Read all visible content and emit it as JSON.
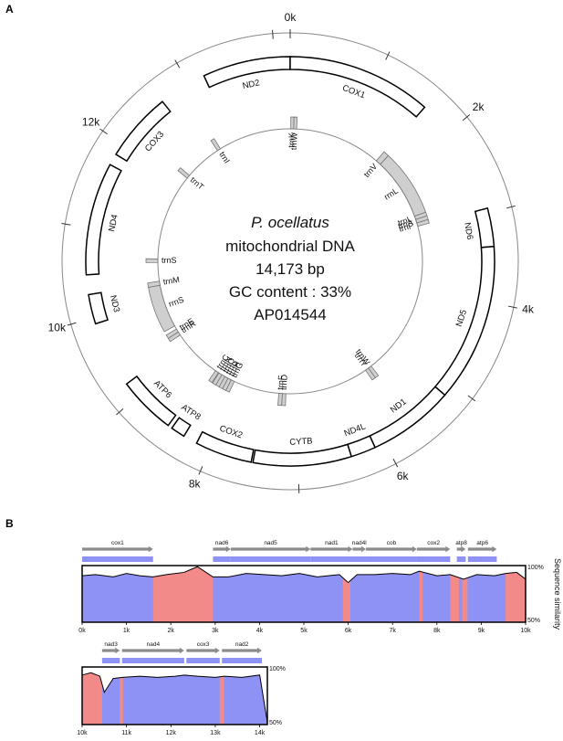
{
  "panels": {
    "a": "A",
    "b": "B"
  },
  "circle": {
    "center_lines": [
      "P. ocellatus",
      "mitochondrial DNA",
      "14,173 bp",
      "GC content : 33%",
      "AP014544"
    ],
    "total_bp": 14173,
    "position_labels": [
      {
        "text": "0k",
        "bp": 0
      },
      {
        "text": "2k",
        "bp": 2000
      },
      {
        "text": "4k",
        "bp": 4000
      },
      {
        "text": "6k",
        "bp": 6000
      },
      {
        "text": "8k",
        "bp": 8000
      },
      {
        "text": "10k",
        "bp": 10000
      },
      {
        "text": "12k",
        "bp": 12000
      }
    ],
    "outer_genes": [
      {
        "name": "ND2",
        "start": 13190,
        "end": 14173
      },
      {
        "name": "COX1",
        "start": 0,
        "end": 1620
      },
      {
        "name": "ND6",
        "start": 2950,
        "end": 3380
      },
      {
        "name": "ND5",
        "start": 3380,
        "end": 5150
      },
      {
        "name": "ND1",
        "start": 5150,
        "end": 6120
      },
      {
        "name": "ND4L",
        "start": 6120,
        "end": 6400
      },
      {
        "name": "CYTB",
        "start": 6400,
        "end": 7500
      },
      {
        "name": "COX2",
        "start": 7520,
        "end": 8160
      },
      {
        "name": "ATP8",
        "start": 8320,
        "end": 8480
      },
      {
        "name": "ATP6",
        "start": 8530,
        "end": 9180
      },
      {
        "name": "ND3",
        "start": 9930,
        "end": 10260
      },
      {
        "name": "ND4",
        "start": 10480,
        "end": 11740
      },
      {
        "name": "COX3",
        "start": 11870,
        "end": 12650
      }
    ],
    "inner_features": [
      {
        "name": "trnK",
        "start": 10,
        "end": 60
      },
      {
        "name": "trnW",
        "start": 60,
        "end": 110
      },
      {
        "name": "trnV",
        "start": 1600,
        "end": 1690
      },
      {
        "name": "rrnL",
        "start": 1690,
        "end": 2760
      },
      {
        "name": "trnL",
        "start": 2760,
        "end": 2820
      },
      {
        "name": "trnA",
        "start": 2820,
        "end": 2880
      },
      {
        "name": "trnP",
        "start": 2880,
        "end": 2940
      },
      {
        "name": "trnW",
        "start": 5600,
        "end": 5660
      },
      {
        "name": "trnY",
        "start": 5660,
        "end": 5720
      },
      {
        "name": "trnD",
        "start": 7160,
        "end": 7220
      },
      {
        "name": "trnF",
        "start": 7220,
        "end": 7280
      },
      {
        "name": "trnG",
        "start": 8070,
        "end": 8130
      },
      {
        "name": "trnH",
        "start": 8130,
        "end": 8190
      },
      {
        "name": "trnL",
        "start": 8190,
        "end": 8250
      },
      {
        "name": "trnQ",
        "start": 8250,
        "end": 8310
      },
      {
        "name": "trnN",
        "start": 8310,
        "end": 8370
      },
      {
        "name": "trnC",
        "start": 8380,
        "end": 8440
      },
      {
        "name": "trnR",
        "start": 9300,
        "end": 9360
      },
      {
        "name": "trnE",
        "start": 9360,
        "end": 9420
      },
      {
        "name": "rrnS",
        "start": 9480,
        "end": 10220
      },
      {
        "name": "trnM",
        "start": 10220,
        "end": 10290
      },
      {
        "name": "trnS",
        "start": 10610,
        "end": 10670
      },
      {
        "name": "trnT",
        "start": 12160,
        "end": 12220
      },
      {
        "name": "trnI",
        "start": 12860,
        "end": 12920
      }
    ]
  },
  "chart_data": [
    {
      "type": "area",
      "ylabel": "Sequence similarity",
      "ylim": [
        50,
        100
      ],
      "y_tick_labels": [
        "100%",
        "50%"
      ],
      "xlim": [
        0,
        10000
      ],
      "x_tick_labels": [
        "0k",
        "1k",
        "2k",
        "3k",
        "4k",
        "5k",
        "6k",
        "7k",
        "8k",
        "9k",
        "10k"
      ],
      "gene_annotations": [
        {
          "name": "cox1",
          "start": 0,
          "end": 1600
        },
        {
          "name": "nad6",
          "start": 2950,
          "end": 3350
        },
        {
          "name": "nad5",
          "start": 3350,
          "end": 5150
        },
        {
          "name": "nad1",
          "start": 5150,
          "end": 6100
        },
        {
          "name": "nad4l",
          "start": 6100,
          "end": 6400
        },
        {
          "name": "cob",
          "start": 6400,
          "end": 7550
        },
        {
          "name": "cox2",
          "start": 7550,
          "end": 8300
        },
        {
          "name": "atp8",
          "start": 8450,
          "end": 8650
        },
        {
          "name": "atp6",
          "start": 8700,
          "end": 9350
        }
      ],
      "noncoding_regions": [
        [
          1600,
          2950
        ],
        [
          5880,
          6050
        ],
        [
          7600,
          7680
        ],
        [
          8300,
          8500
        ],
        [
          8570,
          8690
        ],
        [
          9550,
          10000
        ]
      ],
      "similarity": [
        [
          0,
          91
        ],
        [
          300,
          92
        ],
        [
          700,
          90
        ],
        [
          1000,
          93
        ],
        [
          1300,
          91
        ],
        [
          1600,
          90
        ],
        [
          1900,
          92
        ],
        [
          2300,
          94
        ],
        [
          2600,
          99
        ],
        [
          2950,
          90
        ],
        [
          3300,
          90
        ],
        [
          3700,
          93
        ],
        [
          4100,
          92
        ],
        [
          4500,
          91
        ],
        [
          4900,
          93
        ],
        [
          5300,
          90
        ],
        [
          5800,
          92
        ],
        [
          6000,
          85
        ],
        [
          6200,
          92
        ],
        [
          6600,
          92
        ],
        [
          7000,
          93
        ],
        [
          7400,
          92
        ],
        [
          7600,
          95
        ],
        [
          8000,
          91
        ],
        [
          8300,
          92
        ],
        [
          8600,
          88
        ],
        [
          8900,
          92
        ],
        [
          9300,
          91
        ],
        [
          9550,
          93
        ],
        [
          9800,
          94
        ],
        [
          10000,
          88
        ]
      ]
    },
    {
      "type": "area",
      "ylabel": "Sequence similarity",
      "ylim": [
        50,
        100
      ],
      "y_tick_labels": [
        "100%",
        "50%"
      ],
      "xlim": [
        10000,
        14173
      ],
      "x_tick_labels": [
        "10k",
        "11k",
        "12k",
        "13k",
        "14k"
      ],
      "gene_annotations": [
        {
          "name": "nad3",
          "start": 10450,
          "end": 10850
        },
        {
          "name": "nad4",
          "start": 10900,
          "end": 12300
        },
        {
          "name": "cox3",
          "start": 12350,
          "end": 13100
        },
        {
          "name": "nad2",
          "start": 13150,
          "end": 14050
        }
      ],
      "noncoding_regions": [
        [
          10000,
          10450
        ],
        [
          10850,
          10920
        ],
        [
          13100,
          13200
        ]
      ],
      "similarity": [
        [
          10000,
          93
        ],
        [
          10200,
          95
        ],
        [
          10400,
          92
        ],
        [
          10500,
          78
        ],
        [
          10700,
          90
        ],
        [
          10900,
          91
        ],
        [
          11300,
          92
        ],
        [
          11700,
          91
        ],
        [
          12100,
          92
        ],
        [
          12300,
          93
        ],
        [
          12600,
          92
        ],
        [
          13000,
          91
        ],
        [
          13200,
          92
        ],
        [
          13600,
          91
        ],
        [
          14000,
          93
        ],
        [
          14173,
          52
        ]
      ]
    }
  ]
}
